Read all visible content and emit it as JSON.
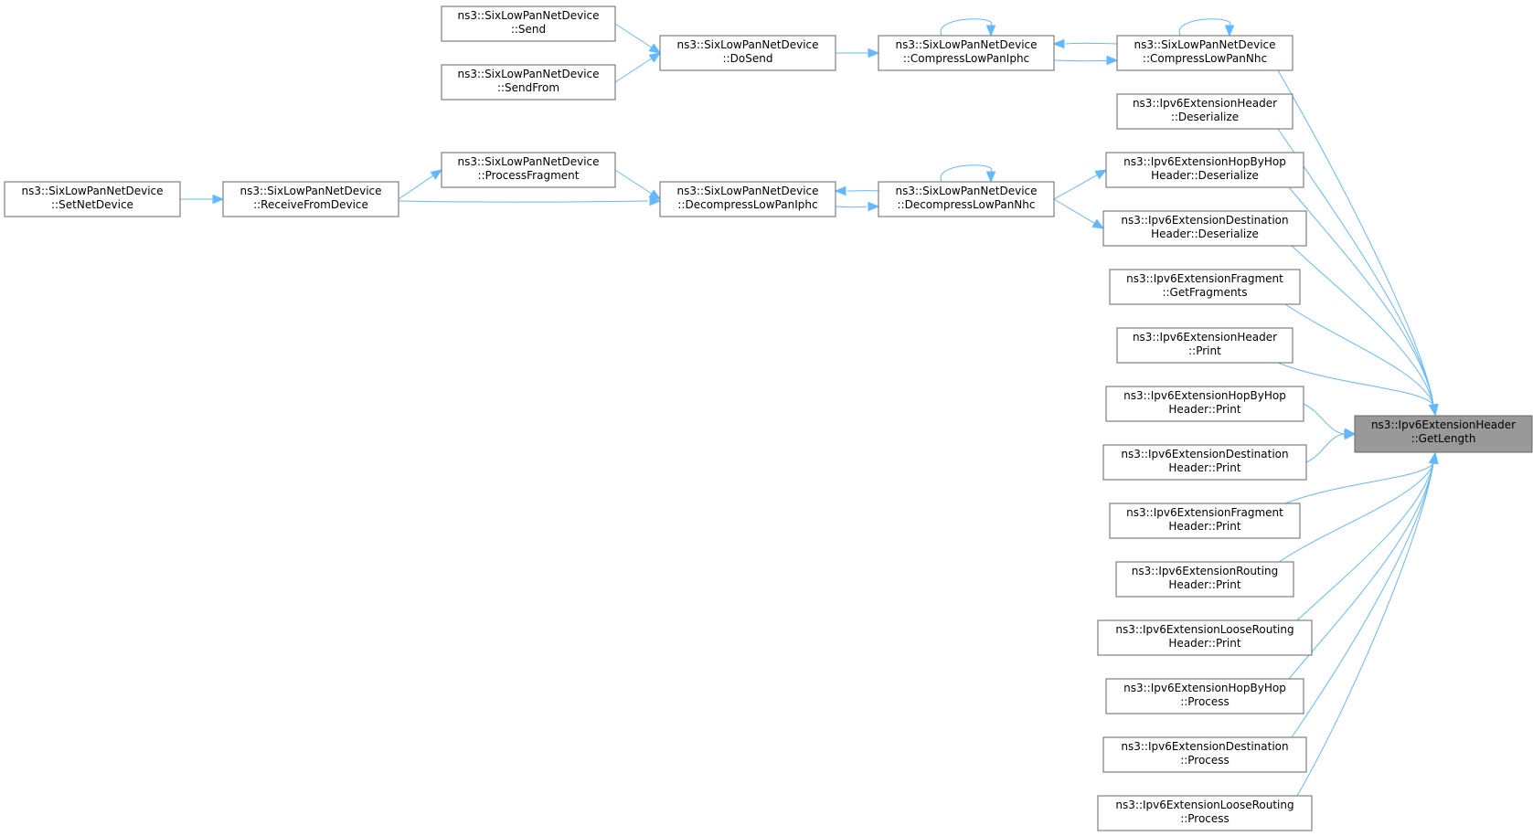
{
  "diagram": {
    "colors": {
      "edge": "#63b8ff",
      "node_border": "#666666",
      "highlight_fill": "#999999",
      "text": "#000000"
    },
    "nodes": [
      {
        "id": "send",
        "lines": [
          "ns3::SixLowPanNetDevice",
          "::Send"
        ]
      },
      {
        "id": "sendfrom",
        "lines": [
          "ns3::SixLowPanNetDevice",
          "::SendFrom"
        ]
      },
      {
        "id": "dosend",
        "lines": [
          "ns3::SixLowPanNetDevice",
          "::DoSend"
        ]
      },
      {
        "id": "compiphc",
        "lines": [
          "ns3::SixLowPanNetDevice",
          "::CompressLowPanIphc"
        ]
      },
      {
        "id": "compnhc",
        "lines": [
          "ns3::SixLowPanNetDevice",
          "::CompressLowPanNhc"
        ]
      },
      {
        "id": "exthdr_deser",
        "lines": [
          "ns3::Ipv6ExtensionHeader",
          "::Deserialize"
        ]
      },
      {
        "id": "setnetdev",
        "lines": [
          "ns3::SixLowPanNetDevice",
          "::SetNetDevice"
        ]
      },
      {
        "id": "recvfrom",
        "lines": [
          "ns3::SixLowPanNetDevice",
          "::ReceiveFromDevice"
        ]
      },
      {
        "id": "procfrag",
        "lines": [
          "ns3::SixLowPanNetDevice",
          "::ProcessFragment"
        ]
      },
      {
        "id": "decompiphc",
        "lines": [
          "ns3::SixLowPanNetDevice",
          "::DecompressLowPanIphc"
        ]
      },
      {
        "id": "decompnhc",
        "lines": [
          "ns3::SixLowPanNetDevice",
          "::DecompressLowPanNhc"
        ]
      },
      {
        "id": "hbh_deser",
        "lines": [
          "ns3::Ipv6ExtensionHopByHop",
          "Header::Deserialize"
        ]
      },
      {
        "id": "dest_deser",
        "lines": [
          "ns3::Ipv6ExtensionDestination",
          "Header::Deserialize"
        ]
      },
      {
        "id": "frag_getfr",
        "lines": [
          "ns3::Ipv6ExtensionFragment",
          "::GetFragments"
        ]
      },
      {
        "id": "exthdr_print",
        "lines": [
          "ns3::Ipv6ExtensionHeader",
          "::Print"
        ]
      },
      {
        "id": "hbh_print",
        "lines": [
          "ns3::Ipv6ExtensionHopByHop",
          "Header::Print"
        ]
      },
      {
        "id": "dest_print",
        "lines": [
          "ns3::Ipv6ExtensionDestination",
          "Header::Print"
        ]
      },
      {
        "id": "frag_print",
        "lines": [
          "ns3::Ipv6ExtensionFragment",
          "Header::Print"
        ]
      },
      {
        "id": "rout_print",
        "lines": [
          "ns3::Ipv6ExtensionRouting",
          "Header::Print"
        ]
      },
      {
        "id": "loose_print",
        "lines": [
          "ns3::Ipv6ExtensionLooseRouting",
          "Header::Print"
        ]
      },
      {
        "id": "hbh_proc",
        "lines": [
          "ns3::Ipv6ExtensionHopByHop",
          "::Process"
        ]
      },
      {
        "id": "dest_proc",
        "lines": [
          "ns3::Ipv6ExtensionDestination",
          "::Process"
        ]
      },
      {
        "id": "loose_proc",
        "lines": [
          "ns3::Ipv6ExtensionLooseRouting",
          "::Process"
        ]
      },
      {
        "id": "target",
        "lines": [
          "ns3::Ipv6ExtensionHeader",
          "::GetLength"
        ],
        "highlight": true
      }
    ],
    "edges": [
      {
        "from": "send",
        "to": "dosend"
      },
      {
        "from": "sendfrom",
        "to": "dosend"
      },
      {
        "from": "dosend",
        "to": "compiphc"
      },
      {
        "from": "compiphc",
        "to": "compiphc"
      },
      {
        "from": "compiphc",
        "to": "compnhc"
      },
      {
        "from": "compnhc",
        "to": "compiphc"
      },
      {
        "from": "compnhc",
        "to": "compnhc"
      },
      {
        "from": "compnhc",
        "to": "target"
      },
      {
        "from": "exthdr_deser",
        "to": "target"
      },
      {
        "from": "setnetdev",
        "to": "recvfrom"
      },
      {
        "from": "recvfrom",
        "to": "procfrag"
      },
      {
        "from": "recvfrom",
        "to": "decompiphc"
      },
      {
        "from": "procfrag",
        "to": "decompiphc"
      },
      {
        "from": "decompiphc",
        "to": "decompnhc"
      },
      {
        "from": "decompnhc",
        "to": "decompiphc"
      },
      {
        "from": "decompnhc",
        "to": "decompnhc"
      },
      {
        "from": "decompnhc",
        "to": "hbh_deser"
      },
      {
        "from": "decompnhc",
        "to": "dest_deser"
      },
      {
        "from": "hbh_deser",
        "to": "target"
      },
      {
        "from": "dest_deser",
        "to": "target"
      },
      {
        "from": "frag_getfr",
        "to": "target"
      },
      {
        "from": "exthdr_print",
        "to": "target"
      },
      {
        "from": "hbh_print",
        "to": "target"
      },
      {
        "from": "dest_print",
        "to": "target"
      },
      {
        "from": "frag_print",
        "to": "target"
      },
      {
        "from": "rout_print",
        "to": "target"
      },
      {
        "from": "loose_print",
        "to": "target"
      },
      {
        "from": "hbh_proc",
        "to": "target"
      },
      {
        "from": "dest_proc",
        "to": "target"
      },
      {
        "from": "loose_proc",
        "to": "target"
      }
    ]
  }
}
